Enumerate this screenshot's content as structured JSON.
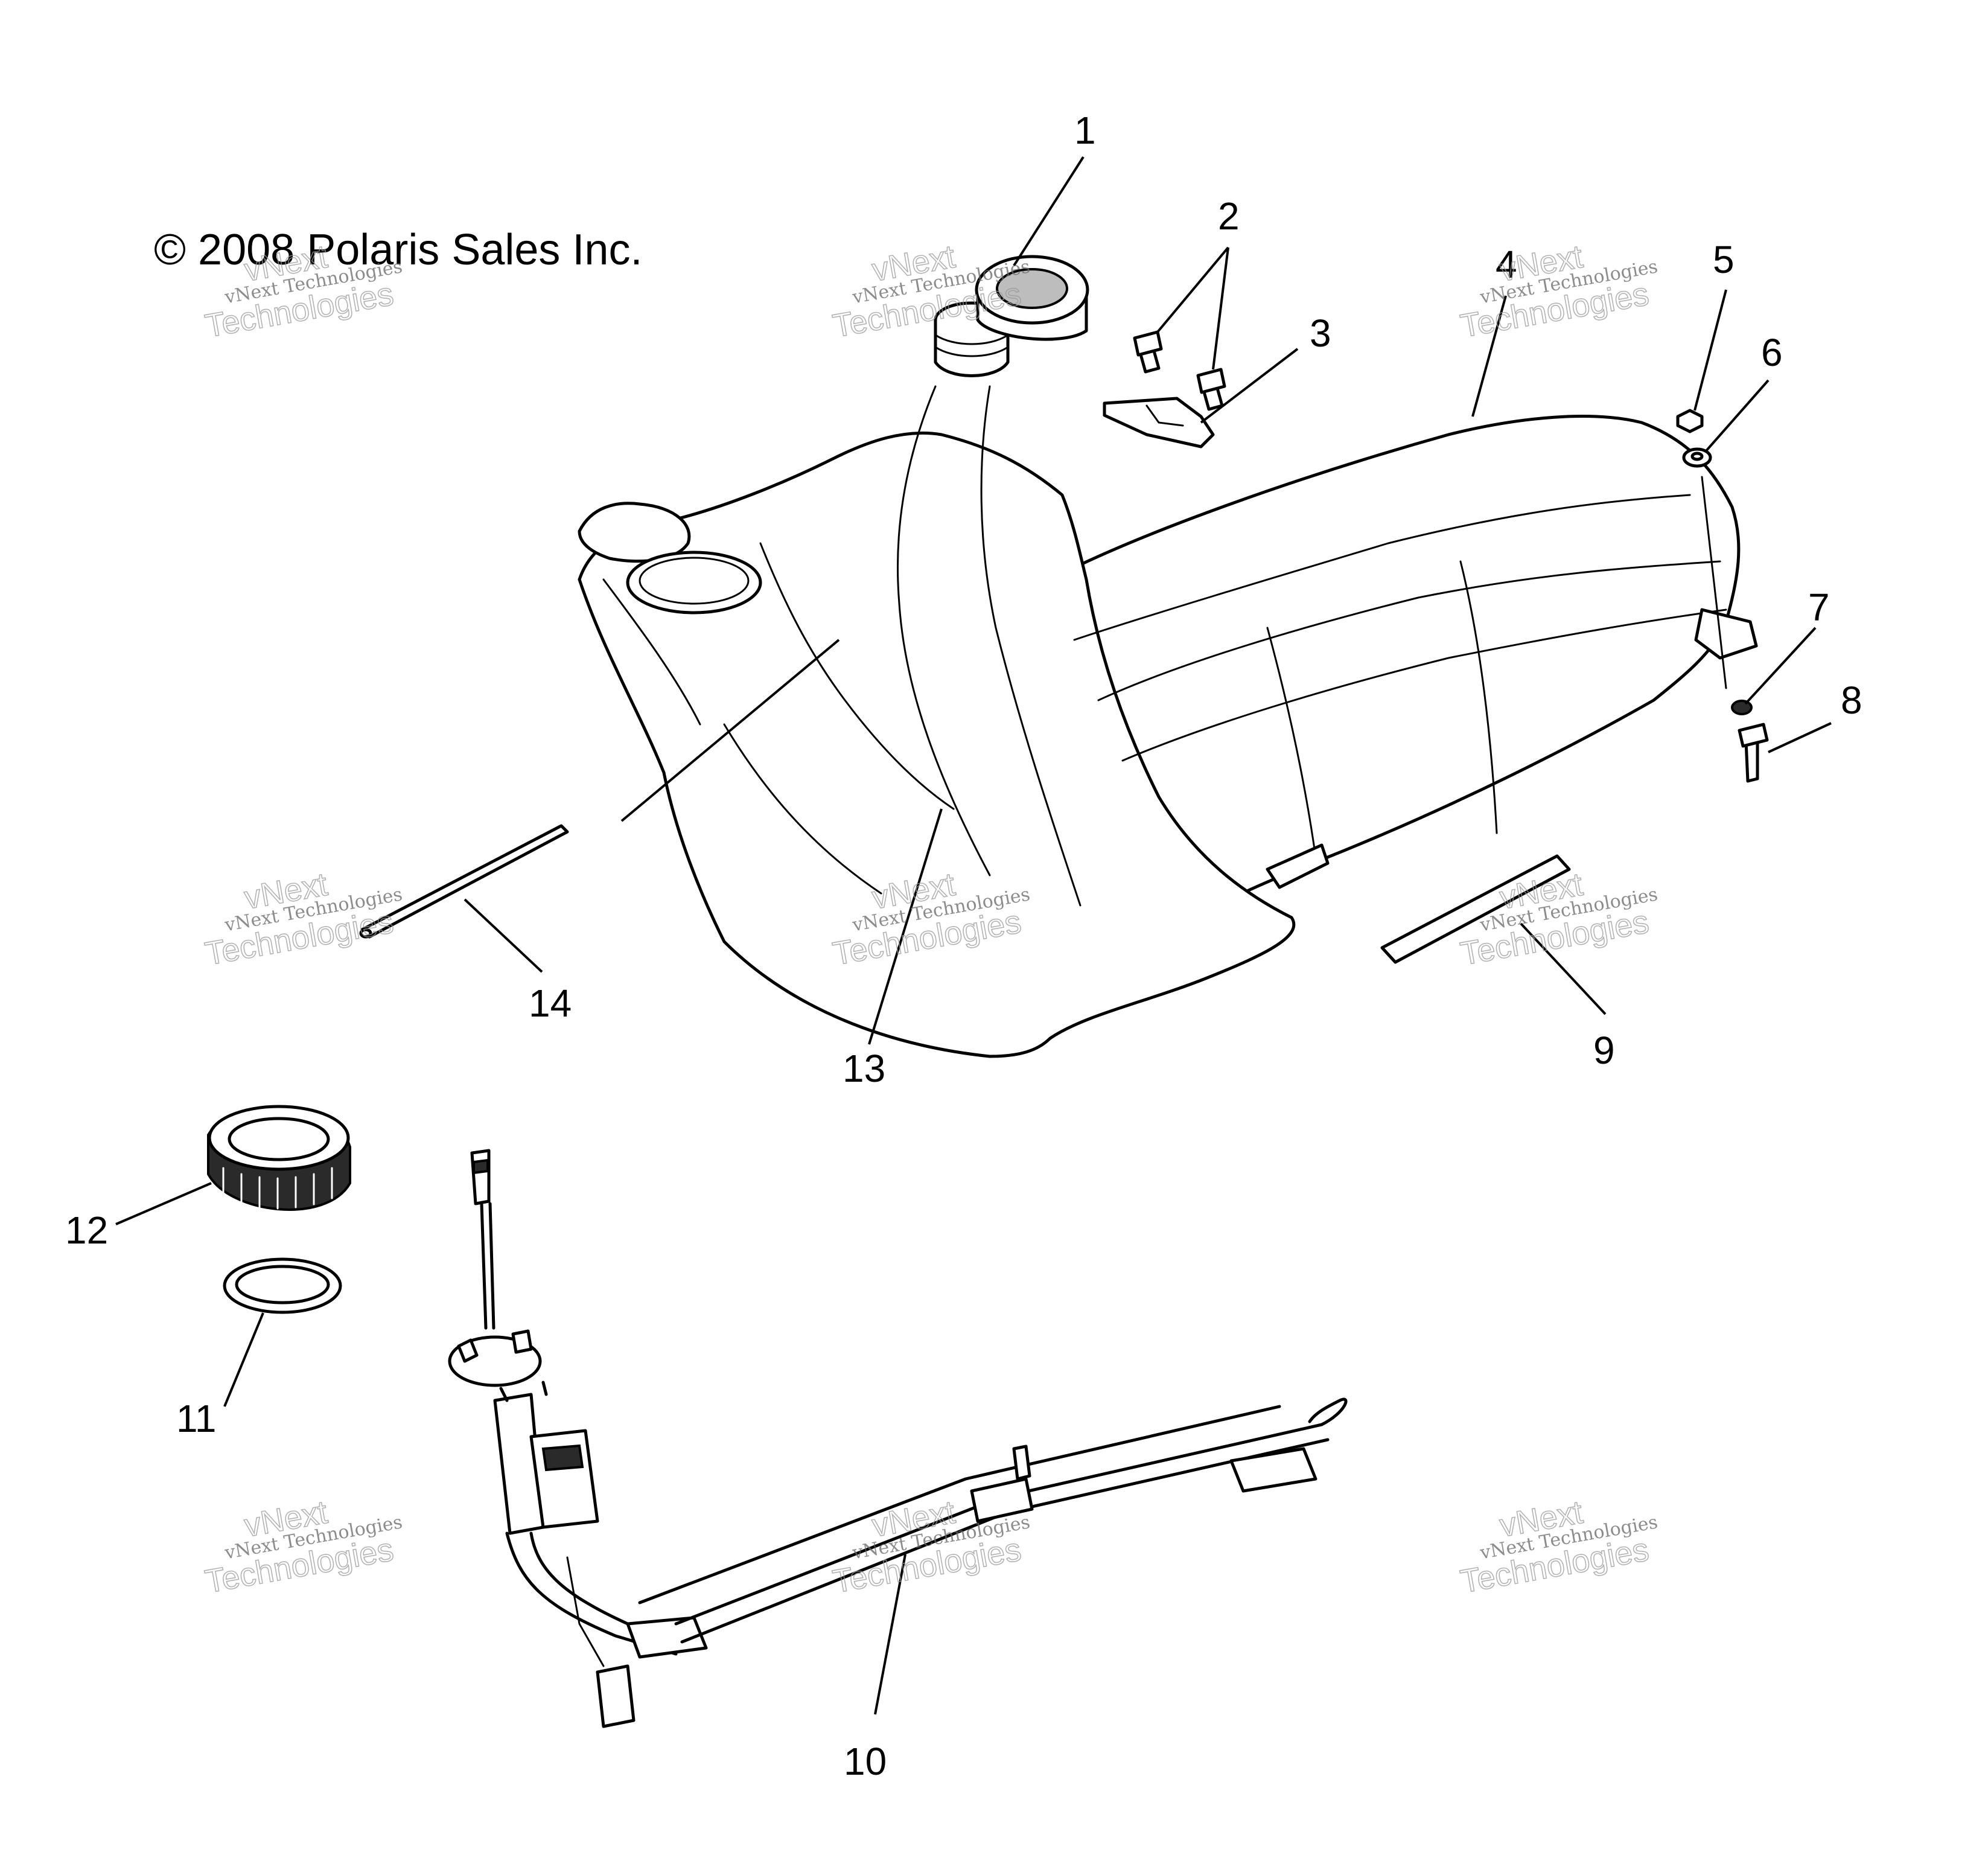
{
  "copyright": "© 2008 Polaris Sales Inc.",
  "callouts": [
    "1",
    "2",
    "3",
    "4",
    "5",
    "6",
    "7",
    "8",
    "9",
    "10",
    "11",
    "12",
    "13",
    "14"
  ],
  "watermark": {
    "line1": "vNext Technologies",
    "line2": "vNext",
    "line3": "Technologies"
  }
}
